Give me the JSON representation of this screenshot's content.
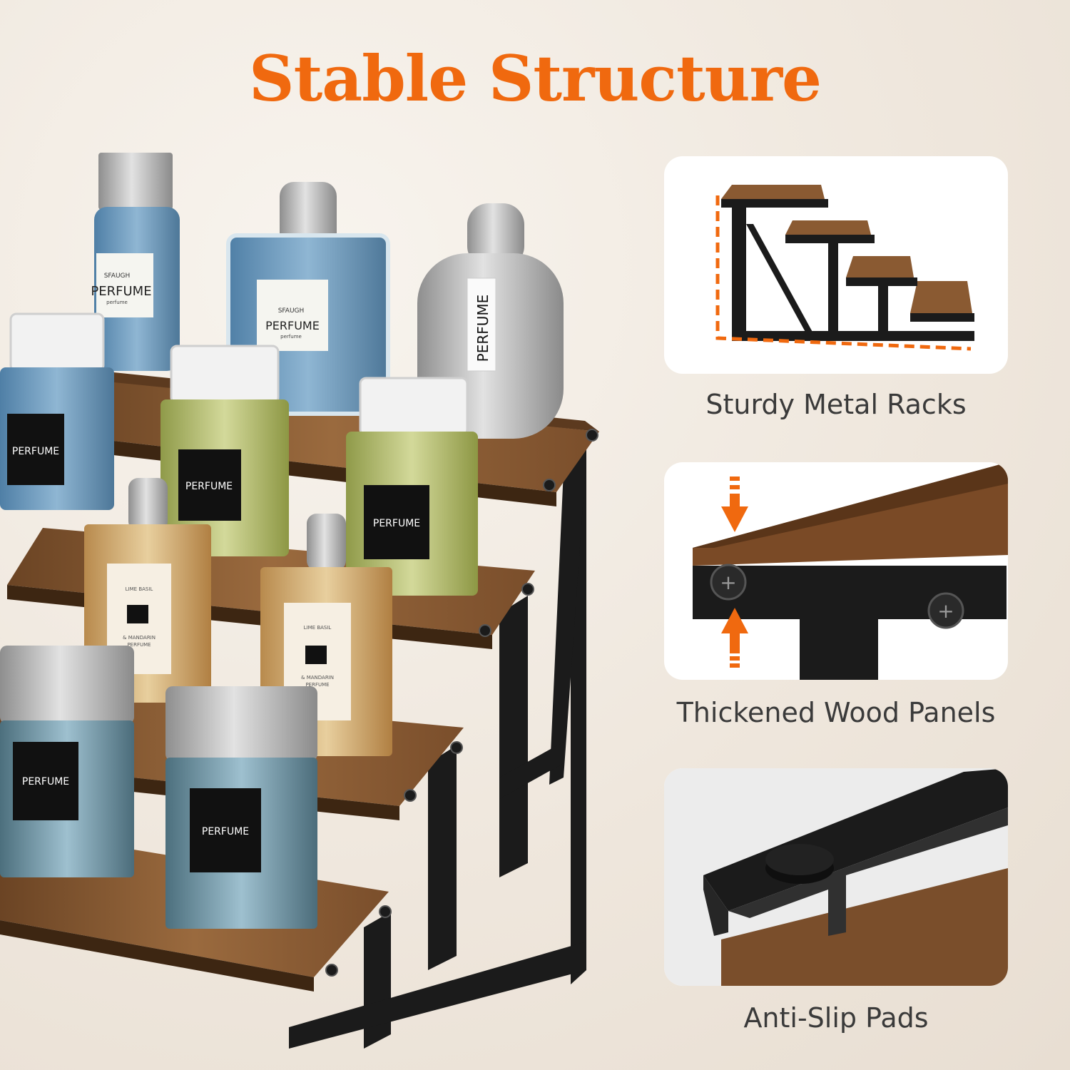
{
  "headline": {
    "text": "Stable Structure",
    "color": "#f0690f"
  },
  "bottle_labels": {
    "large": "PERFUME",
    "brand": "SFAUGH",
    "small": "perfume",
    "mini": "PERFUME",
    "jo_lines": [
      "LIME BASIL",
      "& MANDARIN",
      "PERFUME"
    ]
  },
  "features": [
    {
      "caption": "Sturdy Metal Racks",
      "icon": "rack-outline-illustration"
    },
    {
      "caption": "Thickened Wood Panels",
      "icon": "thickness-arrows-illustration"
    },
    {
      "caption": "Anti-Slip Pads",
      "icon": "rubber-pad-illustration"
    }
  ],
  "colors": {
    "accent": "#f0690f",
    "wood": "#8a5a32",
    "metal": "#1b1b1b"
  }
}
